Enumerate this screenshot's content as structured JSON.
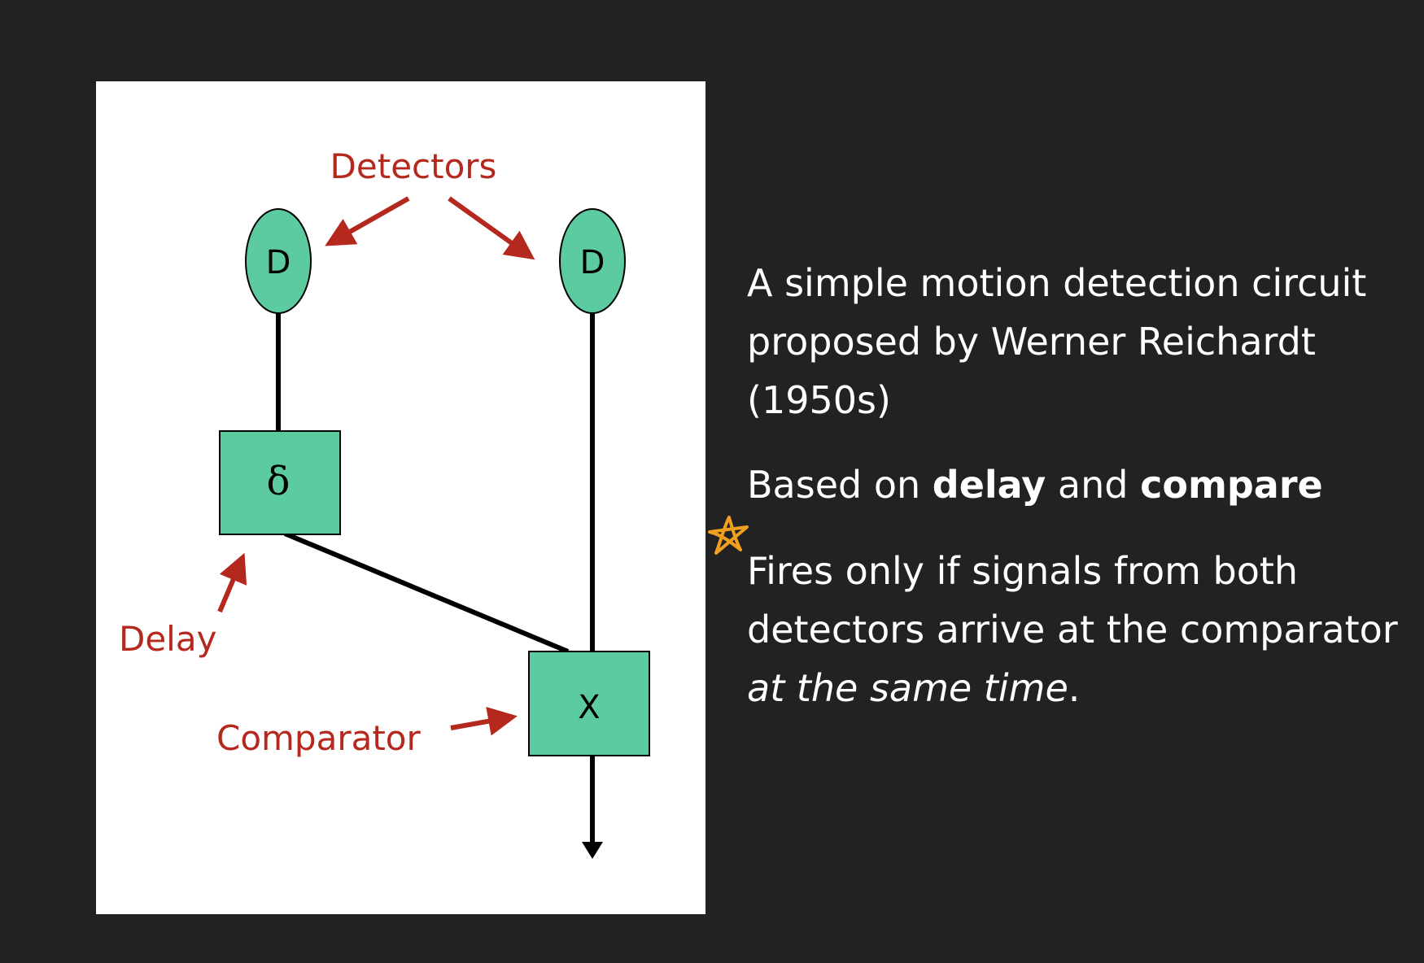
{
  "diagram": {
    "detector_left_label": "D",
    "detector_right_label": "D",
    "delay_label": "δ",
    "comparator_label": "X",
    "callout_detectors": "Detectors",
    "callout_delay": "Delay",
    "callout_comparator": "Comparator",
    "colors": {
      "node_fill": "#5ccca0",
      "callout": "#b5281e",
      "wire": "#000000"
    }
  },
  "text": {
    "para1": "A simple motion detection circuit proposed by Werner Reichardt (1950s)",
    "para2_prefix": "Based on ",
    "para2_bold1": "delay",
    "para2_mid": " and ",
    "para2_bold2": "compare",
    "para3_prefix": "Fires only if signals from both detectors arrive at the comparator ",
    "para3_italic": "at the same time",
    "para3_suffix": "."
  },
  "annotation": {
    "icon": "star-icon",
    "color": "#f0a020"
  }
}
